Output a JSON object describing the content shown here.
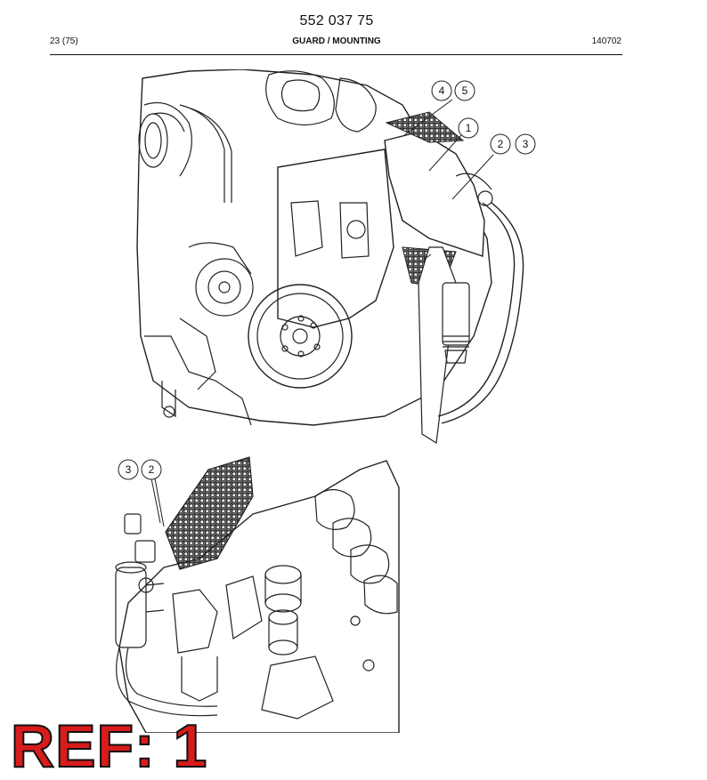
{
  "header": {
    "doc_number": "552 037 75",
    "page_ref": "23 (75)",
    "section_title": "GUARD / MOUNTING",
    "date_code": "140702"
  },
  "figure_top": {
    "callouts": [
      "4",
      "5",
      "1",
      "2",
      "3"
    ]
  },
  "figure_bottom": {
    "callouts": [
      "3",
      "2"
    ]
  },
  "stamp": {
    "text": "REF: 1",
    "color": "#d81b1b"
  },
  "icons": [
    "engine-guard-illustration"
  ]
}
